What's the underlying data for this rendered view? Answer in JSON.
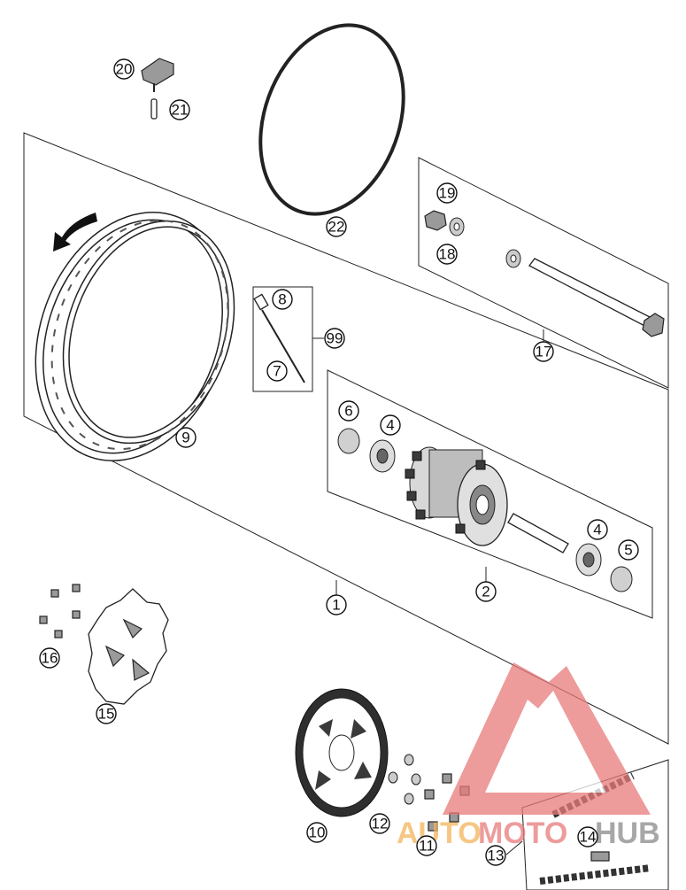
{
  "callouts": {
    "c1": "1",
    "c2": "2",
    "c4a": "4",
    "c4b": "4",
    "c5": "5",
    "c6": "6",
    "c7": "7",
    "c8": "8",
    "c9": "9",
    "c10": "10",
    "c11": "11",
    "c12": "12",
    "c13": "13",
    "c14": "14",
    "c15": "15",
    "c16": "16",
    "c17": "17",
    "c18": "18",
    "c19": "19",
    "c20": "20",
    "c21": "21",
    "c22": "22",
    "c99": "99"
  },
  "watermark": {
    "part1": "AUTO",
    "part2": "MOTO",
    "part3": "HUB"
  },
  "colors": {
    "watermark_red": "#e87a7a",
    "watermark_orange": "#f3b35a",
    "watermark_grey": "#8a8a8a",
    "line": "#222222"
  }
}
